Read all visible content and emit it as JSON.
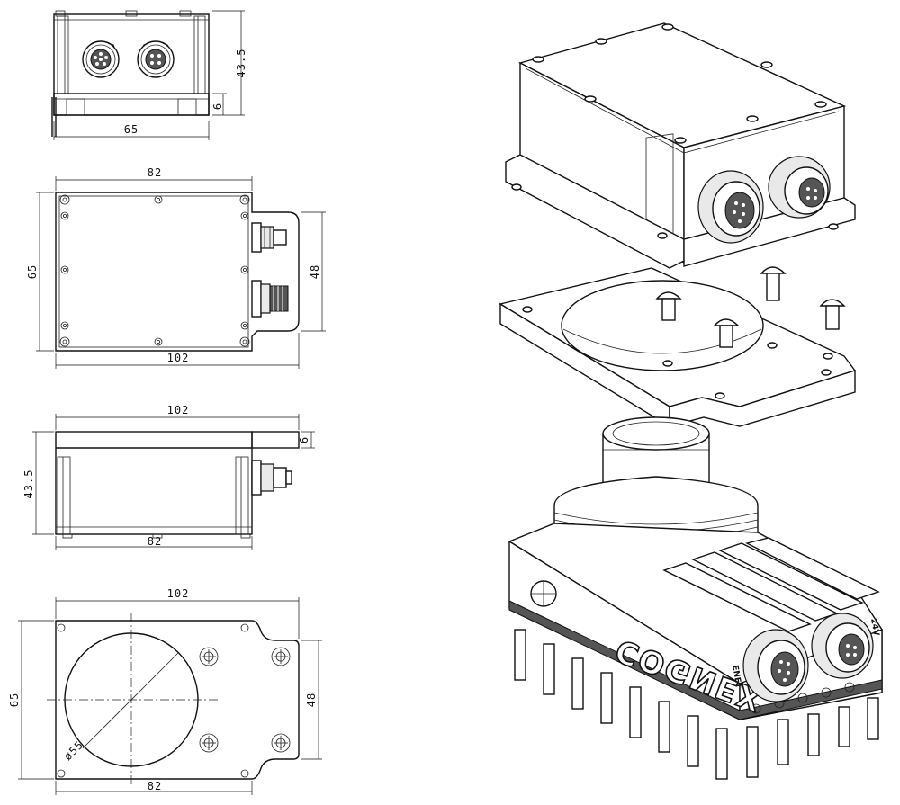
{
  "front_view": {
    "width": "65",
    "height": "43.5",
    "plate": "6"
  },
  "top_view": {
    "width_body": "82",
    "width_total": "102",
    "height_body": "65",
    "height_flange": "48"
  },
  "side_view": {
    "width_total": "102",
    "width_body": "82",
    "height": "43.5",
    "plate": "6"
  },
  "plate_view": {
    "width_total": "102",
    "width_body": "82",
    "height_body": "65",
    "height_flange": "48",
    "hole_dia": "ø55"
  },
  "camera": {
    "brand": "COGNEX",
    "port_left": "ENET",
    "port_right": "24V"
  }
}
